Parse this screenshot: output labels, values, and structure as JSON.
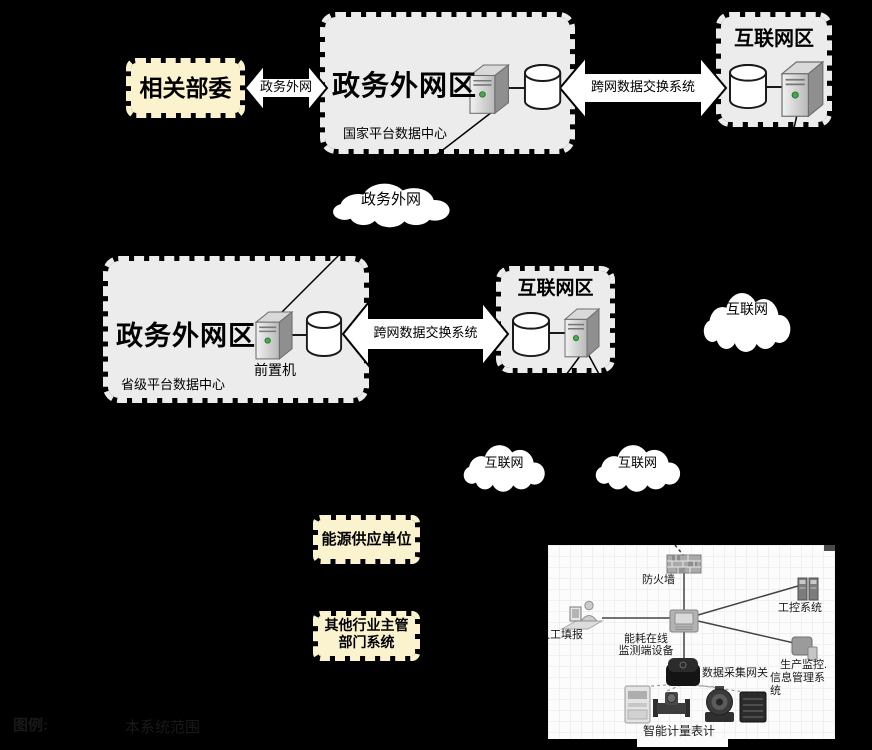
{
  "colors": {
    "background": "#000000",
    "zone_gray": "#ececec",
    "zone_yellow": "#fbf2ce",
    "arrow_fill": "#ffffff",
    "panel_bg": "#fcfcfc"
  },
  "boxes": {
    "related_ministries": {
      "label": "相关部委"
    },
    "national_zone": {
      "title": "政务外网区",
      "subtitle": "国家平台数据中心"
    },
    "internet_zone_top": {
      "title": "互联网区"
    },
    "provincial_zone": {
      "title": "政务外网区",
      "subtitle": "省级平台数据中心",
      "front_server_label": "前置机"
    },
    "internet_zone_mid": {
      "title": "互联网区"
    },
    "energy_supplier": {
      "label": "能源供应单位"
    },
    "other_departments": {
      "line1": "其他行业主管",
      "line2": "部门系统"
    }
  },
  "arrows": {
    "ministry_link": {
      "label": "政务外网"
    },
    "national_exchange": {
      "label": "跨网数据交换系统"
    },
    "provincial_exchange": {
      "label": "跨网数据交换系统"
    }
  },
  "clouds": {
    "gov_extranet": {
      "label": "政务外网"
    },
    "internet_right": {
      "label": "互联网"
    },
    "internet_bottom_left": {
      "label": "互联网"
    },
    "internet_bottom_right": {
      "label": "互联网"
    }
  },
  "panel": {
    "firewall_label": "防火墙",
    "manual_entry_label": "人工填报",
    "device_label_line1": "能耗在线",
    "device_label_line2": "监测端设备",
    "ics_label": "工控系统",
    "production_label_line1": "生产监控.",
    "production_label_line2": "信息管理系统",
    "gateway_label": "数据采集网关",
    "meters_label": "智能计量表计"
  },
  "legend": {
    "title": "图例:",
    "item": "本系统范围"
  }
}
